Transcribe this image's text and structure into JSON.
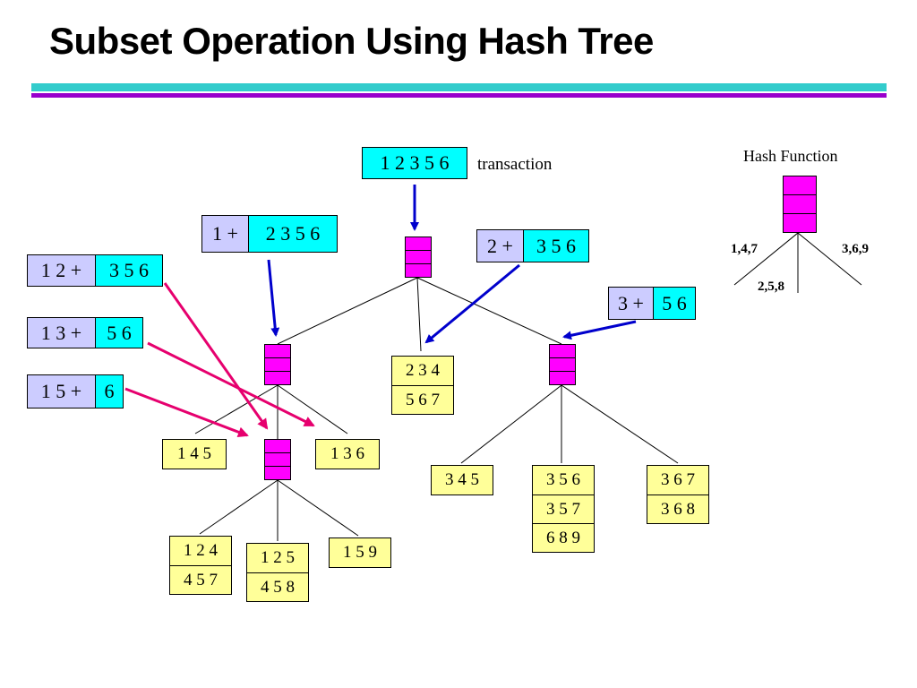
{
  "slide": {
    "title": "Subset Operation Using Hash Tree",
    "rule_colors": [
      "#33cccc",
      "#9900cc"
    ]
  },
  "transaction": {
    "items": "1 2 3 5 6",
    "label": "transaction"
  },
  "prefixes": [
    {
      "prefix": "1 +",
      "rest": "2 3 5 6"
    },
    {
      "prefix": "2 +",
      "rest": "3 5 6"
    },
    {
      "prefix": "3 +",
      "rest": "5 6"
    },
    {
      "prefix": "1 2 +",
      "rest": "3 5 6"
    },
    {
      "prefix": "1 3 +",
      "rest": "5 6"
    },
    {
      "prefix": "1 5 +",
      "rest": "6"
    }
  ],
  "leaves": {
    "l_234": [
      "2 3 4",
      "5 6 7"
    ],
    "l_145": [
      "1 4 5"
    ],
    "l_136": [
      "1 3 6"
    ],
    "l_345": [
      "3 4 5"
    ],
    "l_356": [
      "3 5 6",
      "3 5 7",
      "6 8 9"
    ],
    "l_367": [
      "3 6 7",
      "3 6 8"
    ],
    "l_124": [
      "1 2 4",
      "4 5 7"
    ],
    "l_125": [
      "1 2 5",
      "4 5 8"
    ],
    "l_159": [
      "1 5 9"
    ]
  },
  "hash_function": {
    "title": "Hash Function",
    "branches": [
      "1,4,7",
      "2,5,8",
      "3,6,9"
    ]
  },
  "colors": {
    "hash_node": "#ff00ff",
    "leaf": "#ffff99",
    "item_box": "#00ffff",
    "prefix_box": "#ccccff",
    "blue_arrow": "#0000cc",
    "pink_arrow": "#e6006e"
  }
}
